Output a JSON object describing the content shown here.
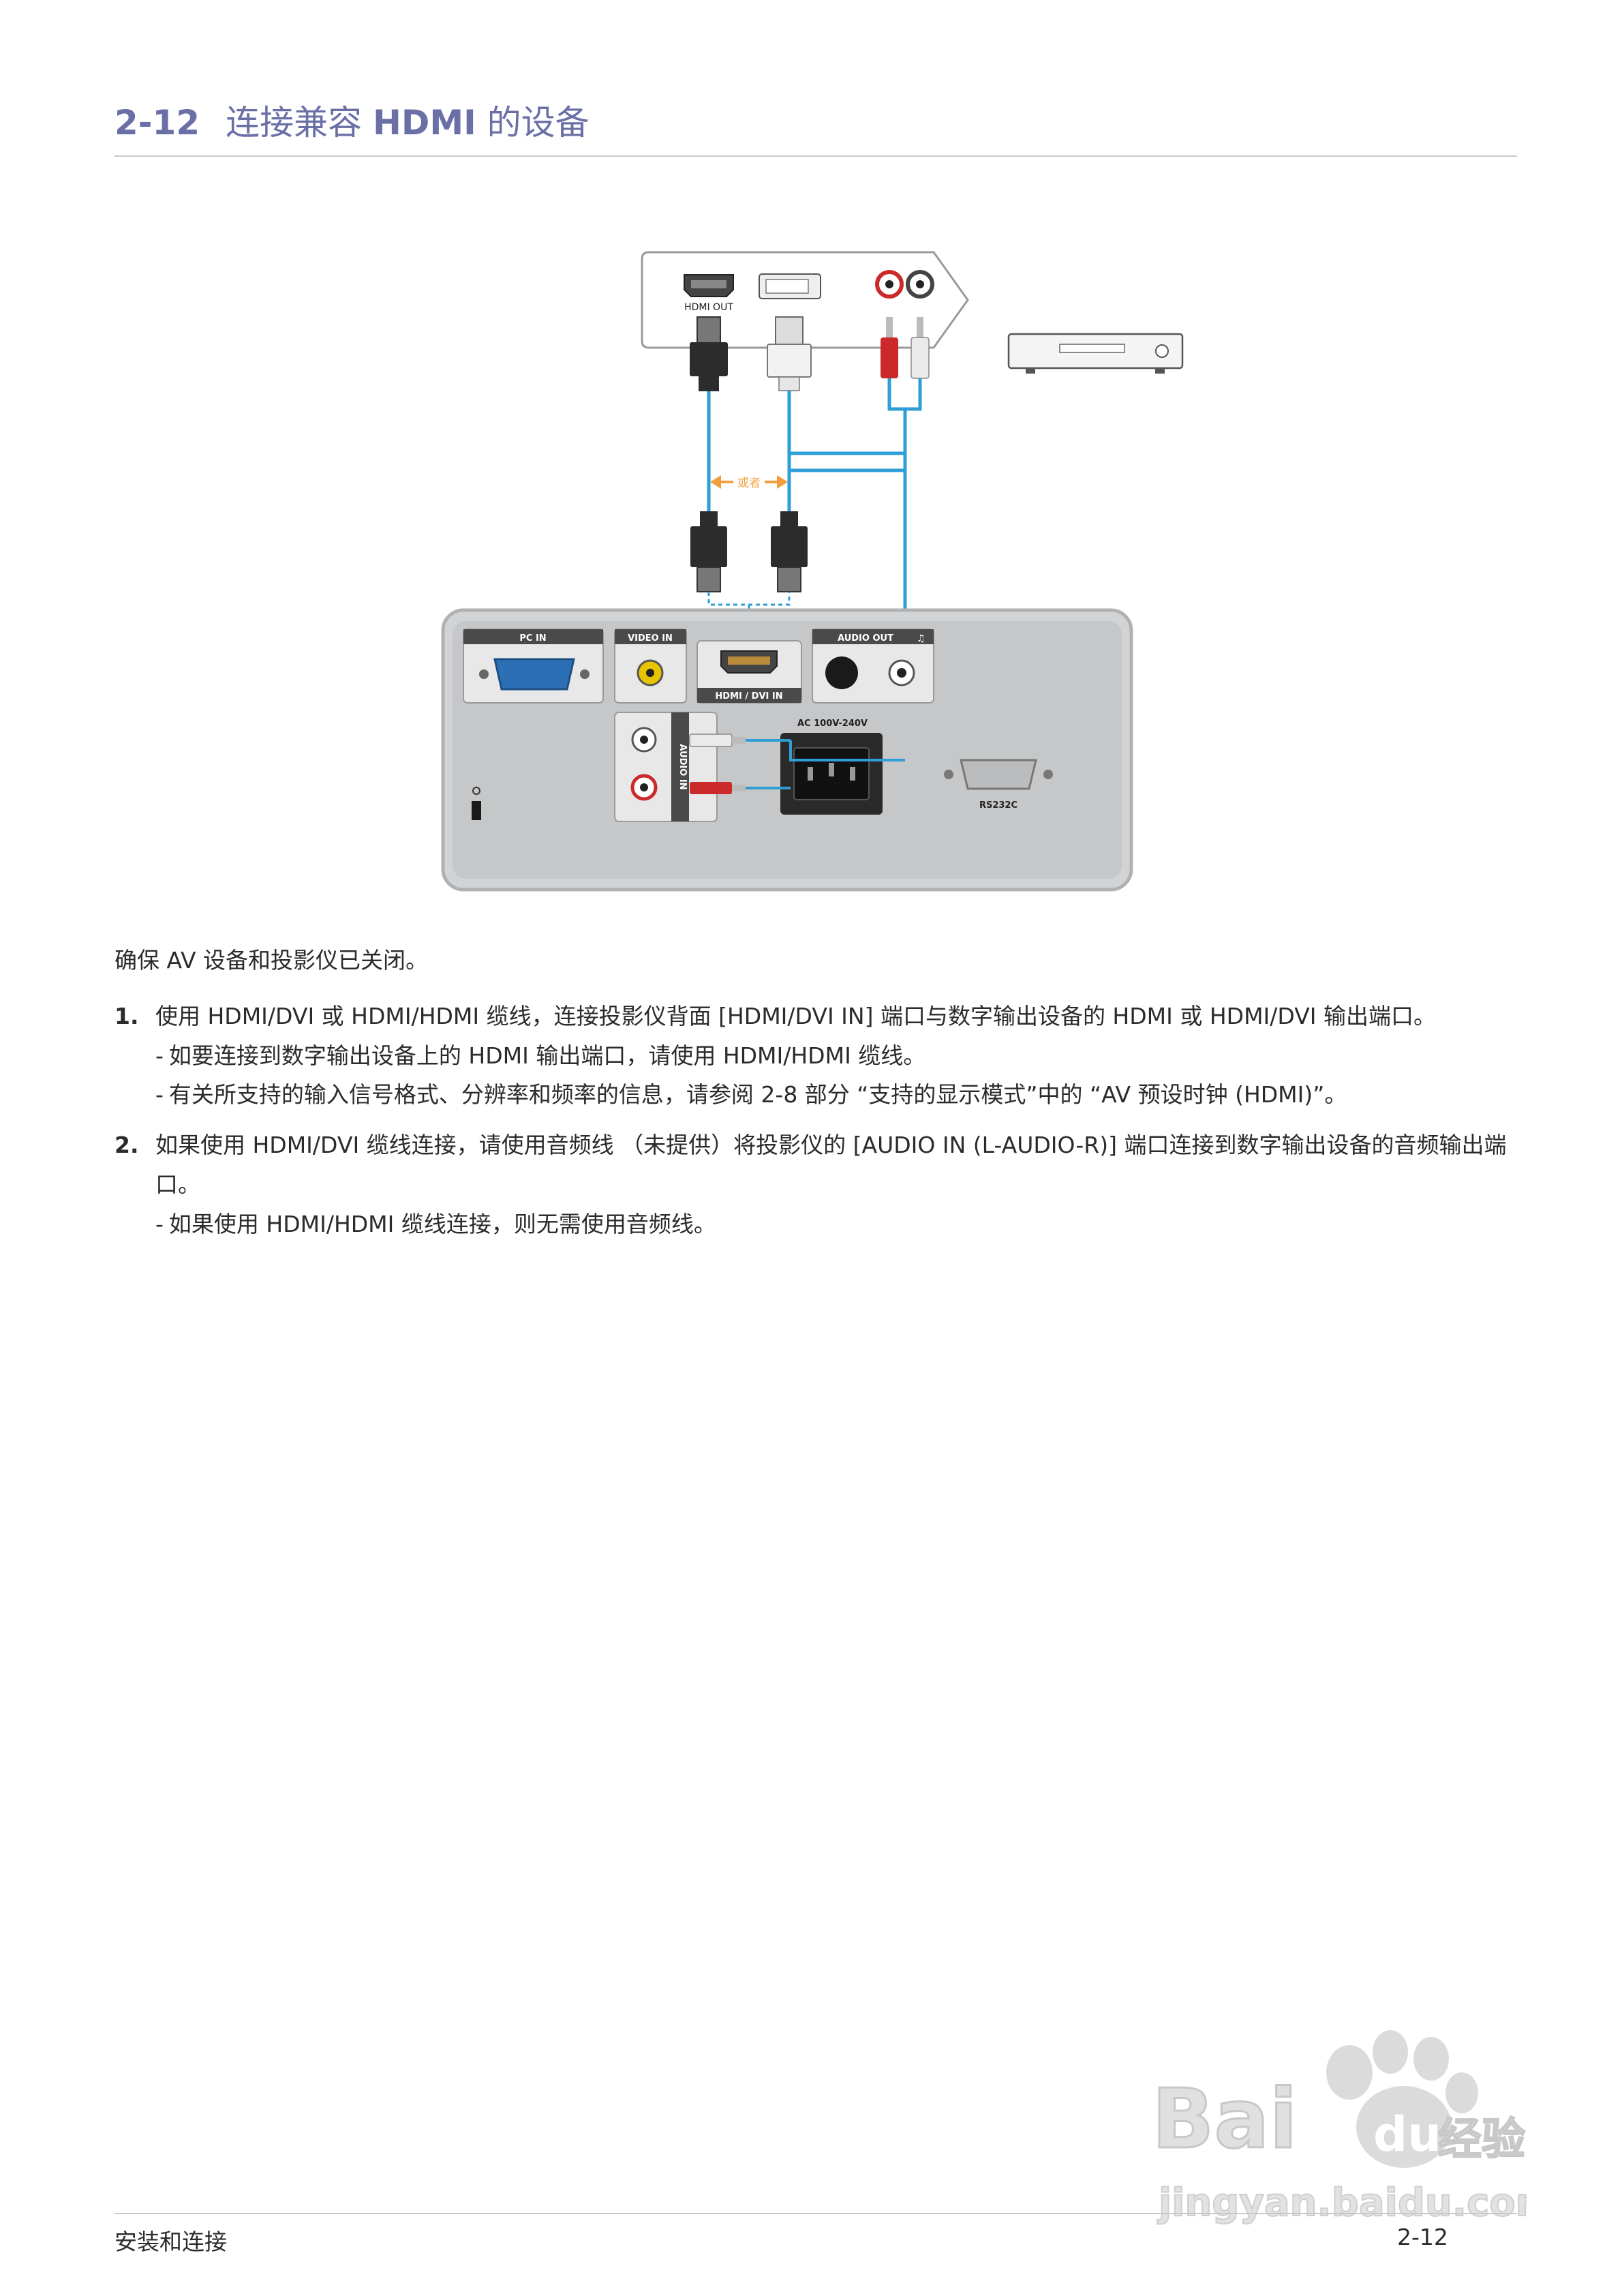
{
  "header": {
    "section_number": "2-12",
    "title_pre": "连接兼容 ",
    "title_bold": "HDMI",
    "title_post": " 的设备"
  },
  "diagram": {
    "labels": {
      "hdmi_out": "HDMI OUT",
      "or": "或者",
      "pc_in": "PC IN",
      "video_in": "VIDEO IN",
      "audio_out": "AUDIO OUT",
      "hdmi_dvi_in": "HDMI / DVI IN",
      "ac": "AC 100V-240V",
      "audio_in": "AUDIO IN",
      "rs232c": "RS232C"
    },
    "colors": {
      "cable_line": "#2e9fd6",
      "or_arrow": "#f0a040",
      "panel": "#c9cacc",
      "red_plug": "#cc2a2a"
    }
  },
  "body": {
    "intro": "确保 AV 设备和投影仪已关闭。",
    "steps": [
      {
        "number": "1.",
        "text": "使用 HDMI/DVI 或 HDMI/HDMI 缆线，连接投影仪背面 [HDMI/DVI IN] 端口与数字输出设备的 HDMI 或 HDMI/DVI 输出端口。",
        "notes": [
          "如要连接到数字输出设备上的 HDMI 输出端口，请使用 HDMI/HDMI 缆线。",
          "有关所支持的输入信号格式、分辨率和频率的信息，请参阅 2-8 部分 “支持的显示模式”中的 “AV 预设时钟 (HDMI)”。"
        ]
      },
      {
        "number": "2.",
        "text": "如果使用 HDMI/DVI 缆线连接，请使用音频线 （未提供）将投影仪的 [AUDIO IN (L-AUDIO-R)] 端口连接到数字输出设备的音频输出端口。",
        "notes": [
          "如果使用 HDMI/HDMI 缆线连接，则无需使用音频线。"
        ]
      }
    ]
  },
  "footer": {
    "left": "安装和连接",
    "right": "2-12"
  },
  "watermark": {
    "brand": "Bai",
    "paw_text": "du",
    "cn": "经验",
    "url": "jingyan.baidu.com"
  }
}
